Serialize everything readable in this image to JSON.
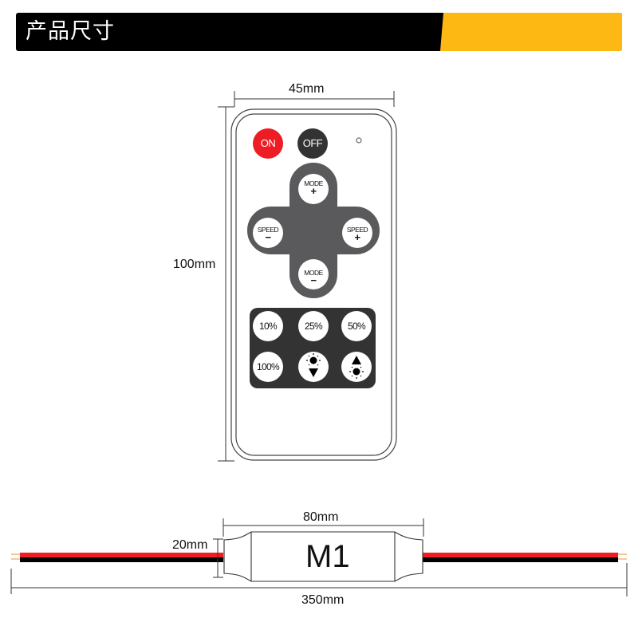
{
  "header": {
    "title": "产品尺寸",
    "colors": {
      "left": "#000000",
      "right": "#FDB813"
    }
  },
  "remote": {
    "width_label": "45mm",
    "height_label": "100mm",
    "buttons": {
      "on": {
        "label": "ON",
        "color": "#EE1C25"
      },
      "off": {
        "label": "OFF",
        "color": "#333333"
      },
      "mode_plus": {
        "label": "MODE",
        "sign": "+"
      },
      "mode_minus": {
        "label": "MODE",
        "sign": "−"
      },
      "speed_minus": {
        "label": "SPEED",
        "sign": "−"
      },
      "speed_plus": {
        "label": "SPEED",
        "sign": "+"
      },
      "brightness": [
        {
          "label": "10%"
        },
        {
          "label": "25%"
        },
        {
          "label": "50%"
        },
        {
          "label": "100%"
        },
        {
          "icon": "brightness-down-icon"
        },
        {
          "icon": "brightness-up-icon"
        }
      ]
    },
    "indicator": "led-indicator"
  },
  "controller": {
    "model": "M1",
    "body_length_label": "80mm",
    "height_label": "20mm",
    "total_length_label": "350mm",
    "wire_colors": {
      "positive": "#EE1C25",
      "negative": "#000000"
    }
  }
}
